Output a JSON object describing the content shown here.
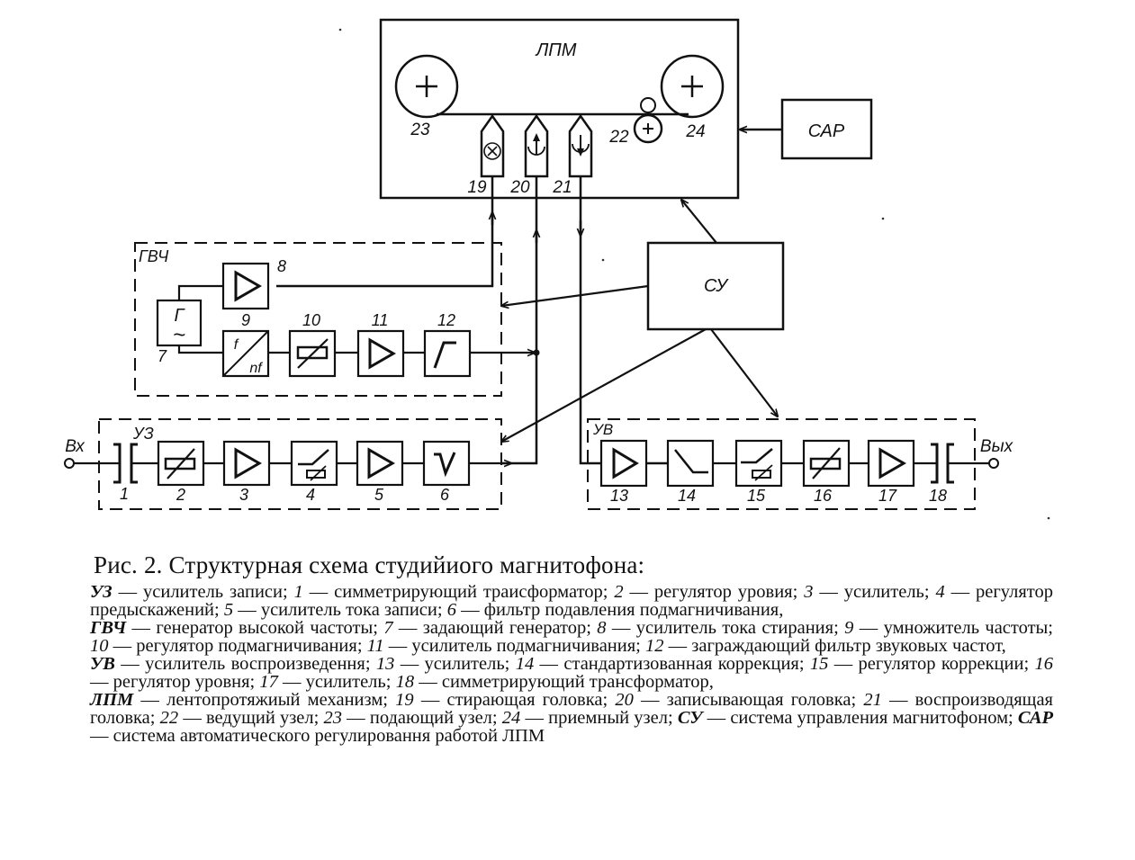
{
  "diagram": {
    "lpm_label": "ЛПМ",
    "sar_label": "САР",
    "su_label": "СУ",
    "gvch_label": "ГВЧ",
    "uz_label": "УЗ",
    "uv_label": "УВ",
    "input_label": "Вх",
    "output_label": "Вых",
    "generator_symbol": "Г",
    "generator_wave": "~",
    "multiplier_top": "f",
    "multiplier_bottom": "nf",
    "numbers": {
      "n1": "1",
      "n2": "2",
      "n3": "3",
      "n4": "4",
      "n5": "5",
      "n6": "6",
      "n7": "7",
      "n8": "8",
      "n9": "9",
      "n10": "10",
      "n11": "11",
      "n12": "12",
      "n13": "13",
      "n14": "14",
      "n15": "15",
      "n16": "16",
      "n17": "17",
      "n18": "18",
      "n19": "19",
      "n20": "20",
      "n21": "21",
      "n22": "22",
      "n23": "23",
      "n24": "24"
    }
  },
  "caption": {
    "title": "Рис. 2. Структурная схема студийиого магнитофона:",
    "groups": [
      [
        {
          "key": "УЗ",
          "text": " — усилитель записи; "
        },
        {
          "key": "1",
          "text": " — симметрирующий траисформатор; "
        },
        {
          "key": "2",
          "text": " — регулятор уровия; "
        },
        {
          "key": "3",
          "text": " — усилитель; "
        },
        {
          "key": "4",
          "text": " — регулятор предыскажений; "
        },
        {
          "key": "5",
          "text": " — усилитель тока записи; "
        },
        {
          "key": "6",
          "text": " — фильтр подавления подмагничивания,"
        }
      ],
      [
        {
          "key": "ГВЧ",
          "text": " — генератор высокой частоты; "
        },
        {
          "key": "7",
          "text": " — задающий генератор; "
        },
        {
          "key": "8",
          "text": " — усилитель тока стирания; "
        },
        {
          "key": "9",
          "text": " — умножитель частоты; "
        },
        {
          "key": "10",
          "text": " — регулятор подмагничивания; "
        },
        {
          "key": "11",
          "text": " — усилитель подмагничивания; "
        },
        {
          "key": "12",
          "text": " — заграждающий фильтр звуковых частот,"
        }
      ],
      [
        {
          "key": "УВ",
          "text": " — усилитель воспроизведення; "
        },
        {
          "key": "13",
          "text": " — усилитель; "
        },
        {
          "key": "14",
          "text": " — стандартизованная коррекция; "
        },
        {
          "key": "15",
          "text": " — регулятор коррекции; "
        },
        {
          "key": "16",
          "text": " — регулятор уровня; "
        },
        {
          "key": "17",
          "text": " — усилитель; "
        },
        {
          "key": "18",
          "text": " — симметрирующий трансформатор,"
        }
      ],
      [
        {
          "key": "ЛПМ",
          "text": " — лентопротяжиый механизм; "
        },
        {
          "key": "19",
          "text": " — стирающая головка; "
        },
        {
          "key": "20",
          "text": " — записывающая головка; "
        },
        {
          "key": "21",
          "text": " — воспроизводящая головка; "
        },
        {
          "key": "22",
          "text": " — ведущий узел; "
        },
        {
          "key": "23",
          "text": " — подающий узел; "
        },
        {
          "key": "24",
          "text": " — приемный узел; "
        },
        {
          "key": "СУ",
          "text": " — система управления магнитофоном; "
        },
        {
          "key": "САР",
          "text": " — система автоматического регулировання работой ЛПМ"
        }
      ]
    ]
  }
}
